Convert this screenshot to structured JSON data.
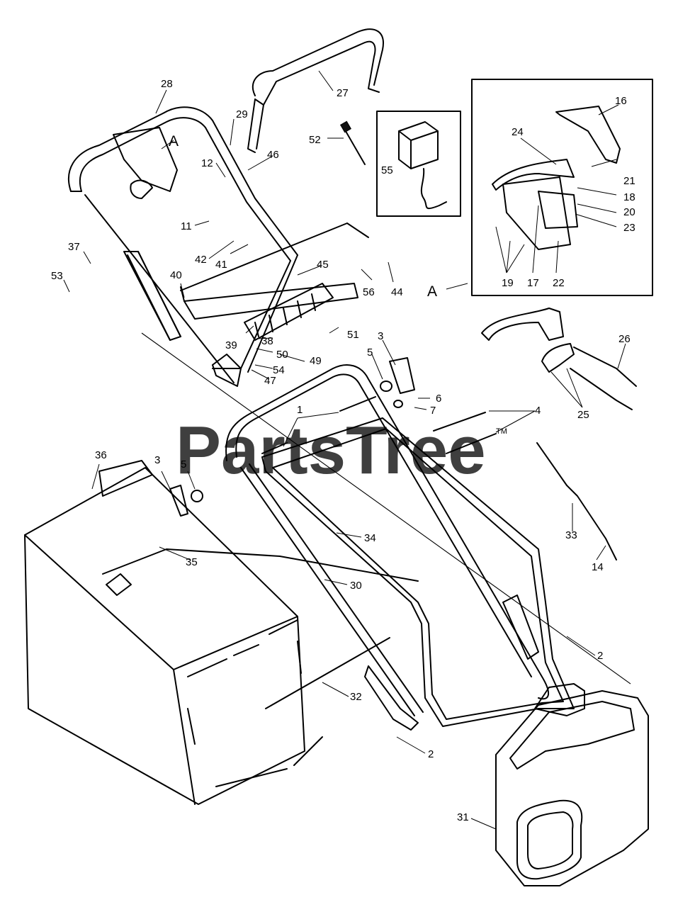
{
  "watermark": {
    "text": "PartsTree",
    "trademark": "TM"
  },
  "detail_view_letter": "A",
  "callouts": [
    "1",
    "2",
    "2",
    "3",
    "3",
    "4",
    "5",
    "5",
    "6",
    "7",
    "11",
    "12",
    "14",
    "16",
    "17",
    "18",
    "19",
    "20",
    "21",
    "22",
    "23",
    "24",
    "25",
    "26",
    "27",
    "28",
    "29",
    "30",
    "31",
    "32",
    "33",
    "34",
    "35",
    "36",
    "37",
    "38",
    "39",
    "40",
    "41",
    "42",
    "44",
    "45",
    "46",
    "47",
    "49",
    "50",
    "51",
    "52",
    "53",
    "54",
    "55",
    "56"
  ]
}
